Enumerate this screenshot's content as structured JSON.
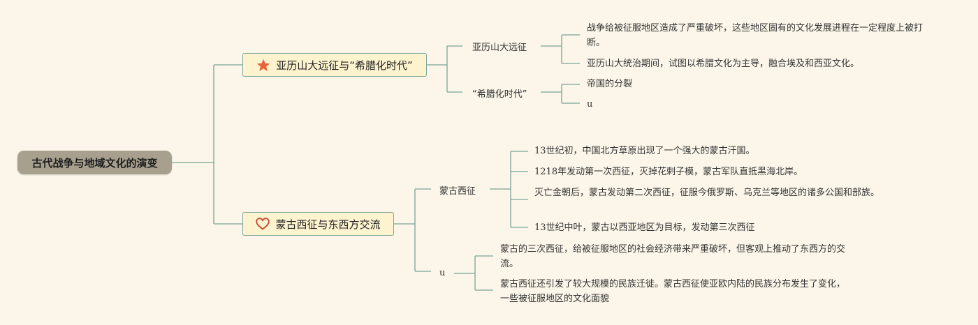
{
  "root": {
    "title": "古代战争与地域文化的演变"
  },
  "branches": [
    {
      "title": "亚历山大远征与“希腊化时代”",
      "icon": "star-icon",
      "icon_color": "#e8643a",
      "subs": [
        {
          "title": "亚历山大远征",
          "leaves": [
            "战争给被征服地区造成了严重破坏，这些地区固有的文化发展进程在一定程度上被打断。",
            "亚历山大统治期间，试图以希腊文化为主导，融合埃及和西亚文化。"
          ]
        },
        {
          "title": "“希腊化时代”",
          "leaves": [
            "帝国的分裂",
            "u"
          ]
        }
      ]
    },
    {
      "title": "蒙古西征与东西方交流",
      "icon": "heart-icon",
      "icon_color": "#c9452d",
      "subs": [
        {
          "title": "蒙古西征",
          "leaves": [
            "13世纪初，中国北方草原出现了一个强大的蒙古汗国。",
            "1218年发动第一次西征，灭掉花剌子模，蒙古军队直抵黑海北岸。",
            "灭亡金朝后，蒙古发动第二次西征，征服今俄罗斯、乌克兰等地区的诸多公国和部族。",
            "13世纪中叶，蒙古以西亚地区为目标，发动第三次西征"
          ]
        },
        {
          "title": "u",
          "leaves": [
            "蒙古的三次西征，给被征服地区的社会经济带来严重破坏，但客观上推动了东西方的交流。",
            "蒙古西征还引发了较大规模的民族迁徙。蒙古西征使亚欧内陆的民族分布发生了变化，一些被征服地区的文化面貌"
          ]
        }
      ]
    }
  ]
}
